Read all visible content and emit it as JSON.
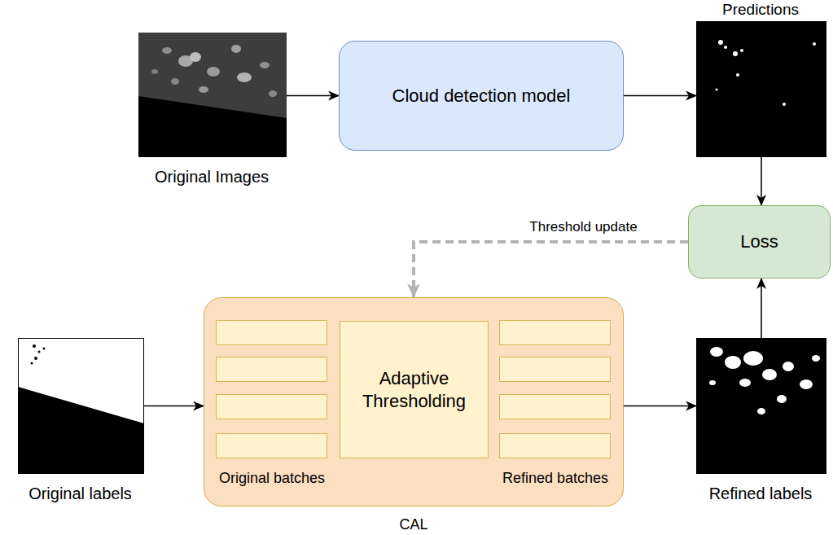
{
  "diagram": {
    "nodes": [
      {
        "text": [
          "Original Images"
        ]
      },
      {
        "text": [
          "Cloud detection model"
        ]
      },
      {
        "text": [
          "Predictions"
        ]
      },
      {
        "text": [
          "Loss"
        ]
      },
      {
        "text": [
          "CAL",
          "Original batches",
          "Refined batches"
        ]
      },
      {
        "text": [
          "Adaptive Thresholding"
        ],
        "in": 4
      },
      {
        "text": [
          "Original labels"
        ]
      },
      {
        "text": [
          "Refined labels"
        ]
      }
    ],
    "edges": [
      {
        "from": 0,
        "to": 1,
        "arrow": "to"
      },
      {
        "from": 1,
        "to": 2,
        "arrow": "to"
      },
      {
        "from": 2,
        "to": 3,
        "arrow": "to"
      },
      {
        "from": 7,
        "to": 3,
        "arrow": "to"
      },
      {
        "from": 6,
        "to": 4,
        "arrow": "to"
      },
      {
        "from": 4,
        "to": 7,
        "arrow": "to"
      },
      {
        "from": 3,
        "to": 4,
        "label": "Threshold update",
        "arrow": "to"
      }
    ]
  }
}
